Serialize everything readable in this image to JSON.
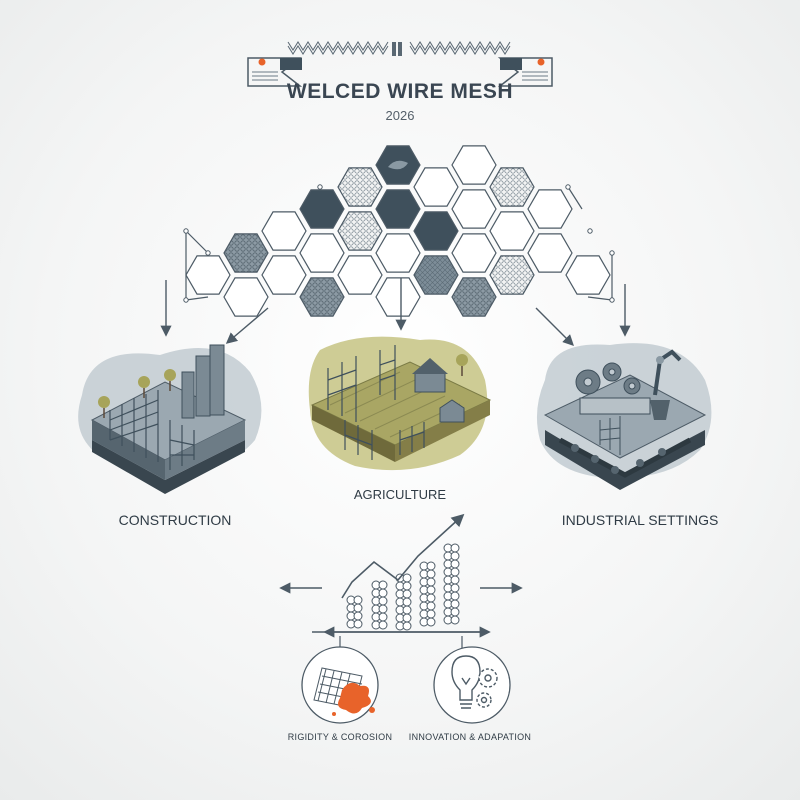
{
  "header": {
    "title": "WELCED WIRE MESH",
    "year": "2026"
  },
  "sectors": [
    {
      "label": "CONSTRUCTION",
      "icon": "construction-site-icon"
    },
    {
      "label": "AGRICULTURE",
      "icon": "farm-icon"
    },
    {
      "label": "INDUSTRIAL SETTINGS",
      "icon": "factory-conveyor-icon"
    }
  ],
  "features": [
    {
      "label": "RIGIDITY & COROSION",
      "icon": "mesh-rust-icon"
    },
    {
      "label": "INNOVATION & ADAPATION",
      "icon": "lightbulb-gears-icon"
    }
  ],
  "colors": {
    "background": "#f4f5f5",
    "slate": "#3f505c",
    "slate_light": "#8a99a3",
    "accent_orange": "#e8632a",
    "olive": "#a9a664",
    "line": "#4d5b66"
  }
}
